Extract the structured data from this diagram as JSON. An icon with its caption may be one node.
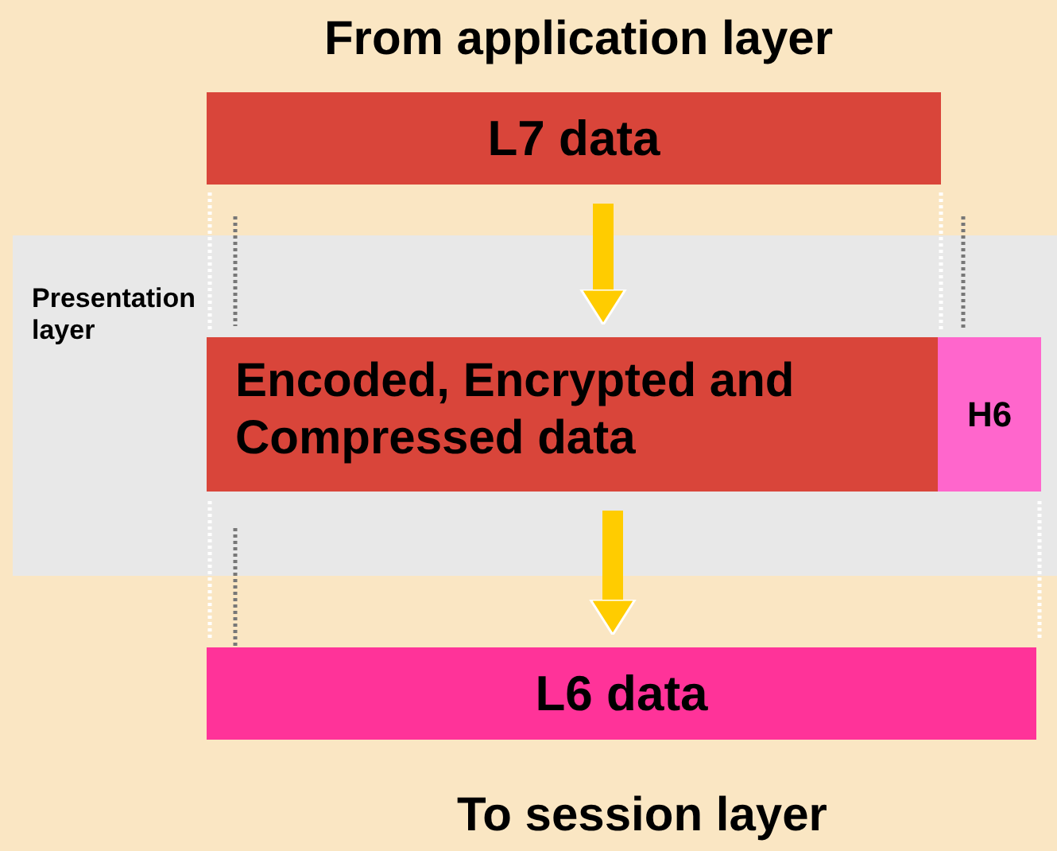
{
  "diagram": {
    "title": "From application layer",
    "caption": "To session layer",
    "nodes": [
      {
        "text": [
          "L7 data"
        ]
      },
      {
        "text": [
          "Presentation layer"
        ]
      },
      {
        "text": [
          "Encoded, Encrypted and Compressed data"
        ],
        "in": 1
      },
      {
        "text": [
          "H6"
        ],
        "in": 1
      },
      {
        "text": [
          "L6 data"
        ]
      }
    ],
    "edges": [
      {
        "from": 0,
        "to": 2,
        "arrow": "to"
      },
      {
        "from": 2,
        "to": 4,
        "arrow": "to"
      }
    ]
  }
}
